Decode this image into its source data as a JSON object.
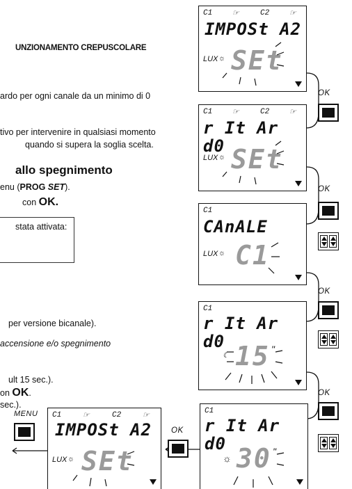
{
  "text": {
    "heading": "UNZIONAMENTO CREPUSCOLARE",
    "p1": "ardo per ogni canale da un minimo di 0",
    "p2a": "tivo per intervenire in qualsiasi momento",
    "p2b": "quando si supera la soglia scelta.",
    "subheading": "allo spegnimento",
    "menu_line_pre": "enu (",
    "menu_line_prog": "PROG ",
    "menu_line_set": "SET",
    "menu_line_post": ").",
    "ok_line_pre": "con ",
    "ok_line_ok": "OK.",
    "note": "stata attivata:",
    "bicanale": "per versione bicanale).",
    "accensione": "accensione e/o spegnimento",
    "default": "ult 15 sec.).",
    "on_ok_pre": "on ",
    "on_ok": "OK",
    "on_ok_post": ".",
    "sec": "sec.)."
  },
  "panels": {
    "p1": {
      "ind": [
        "C1",
        "C2"
      ],
      "top": "IMPOSt A2",
      "lux": "LUX",
      "big": "SEt"
    },
    "p2": {
      "ind": [
        "C1",
        "C2"
      ],
      "top": "r It Ar d0",
      "lux": "LUX",
      "big": "SEt"
    },
    "p3": {
      "ind": [
        "C1"
      ],
      "top": "CAnALE",
      "lux": "LUX",
      "big": "C1"
    },
    "p4": {
      "ind": [
        "C1"
      ],
      "top": "r It Ar d0",
      "big": "15"
    },
    "p5": {
      "ind": [
        "C1"
      ],
      "top": "r It Ar d0",
      "big": "30"
    },
    "p6": {
      "ind": [
        "C1",
        "C2"
      ],
      "top": "IMPOSt A2",
      "lux": "LUX",
      "big": "SEt"
    }
  },
  "labels": {
    "ok": "OK",
    "menu": "MENU"
  }
}
